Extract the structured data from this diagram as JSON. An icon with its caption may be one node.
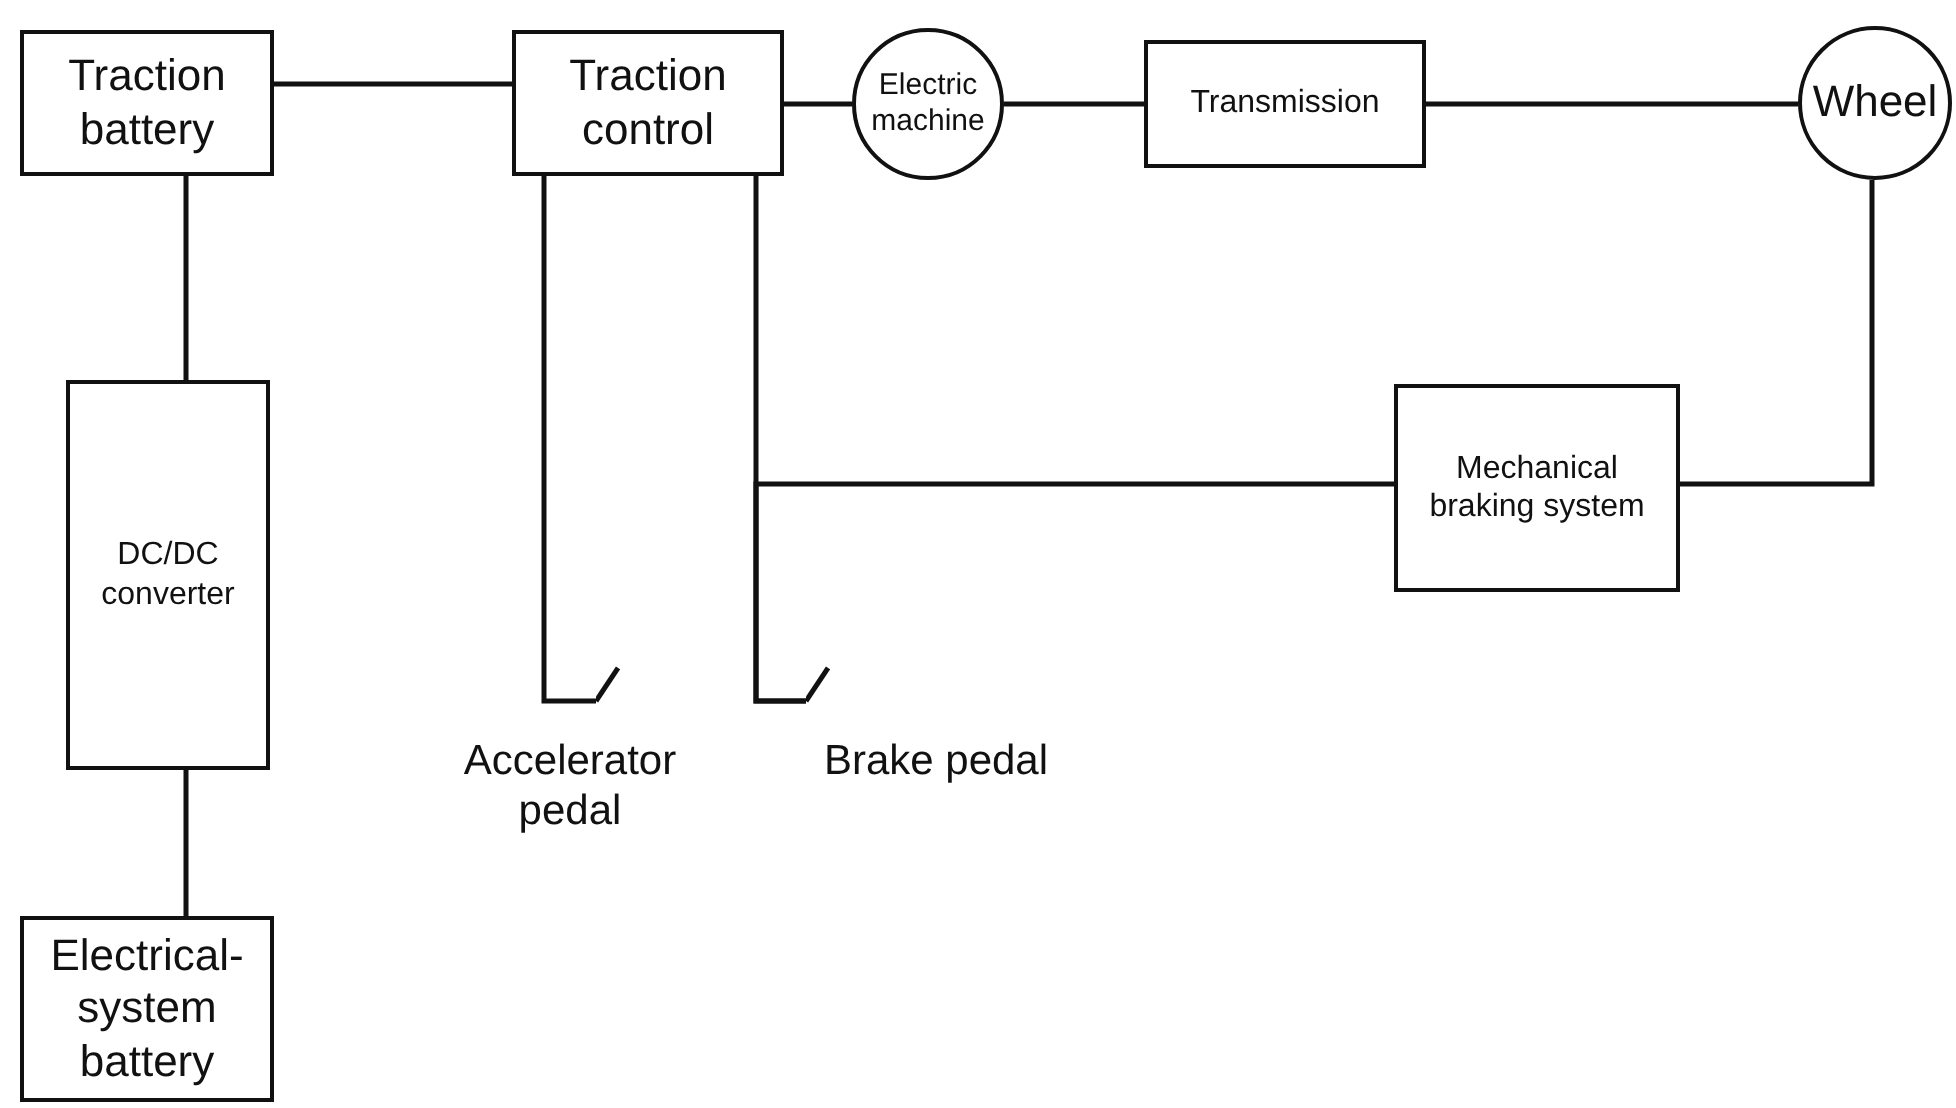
{
  "diagram": {
    "nodes": [
      {
        "text": [
          "Traction battery"
        ]
      },
      {
        "text": [
          "Traction control"
        ]
      },
      {
        "text": [
          "Electric machine"
        ]
      },
      {
        "text": [
          "Transmission"
        ]
      },
      {
        "text": [
          "Wheel"
        ]
      },
      {
        "text": [
          "DC/DC converter"
        ]
      },
      {
        "text": [
          "Electrical-system battery"
        ]
      },
      {
        "text": [
          "Mechanical braking system"
        ]
      },
      {
        "text": [],
        "shape": "pedal",
        "beside": [
          "Accelerator pedal"
        ]
      },
      {
        "text": [],
        "shape": "pedal",
        "beside": [
          "Brake pedal"
        ]
      }
    ],
    "edges": [
      {
        "from": 0,
        "to": 1,
        "arrow": "none"
      },
      {
        "from": 1,
        "to": 2,
        "arrow": "none"
      },
      {
        "from": 2,
        "to": 3,
        "arrow": "none"
      },
      {
        "from": 3,
        "to": 4,
        "arrow": "none"
      },
      {
        "from": 0,
        "to": 5,
        "arrow": "none"
      },
      {
        "from": 5,
        "to": 6,
        "arrow": "none"
      },
      {
        "from": 1,
        "to": 8,
        "arrow": "none"
      },
      {
        "from": 1,
        "to": 9,
        "arrow": "none"
      },
      {
        "from": 9,
        "to": 7,
        "arrow": "none"
      },
      {
        "from": 7,
        "to": 4,
        "arrow": "none"
      }
    ]
  }
}
